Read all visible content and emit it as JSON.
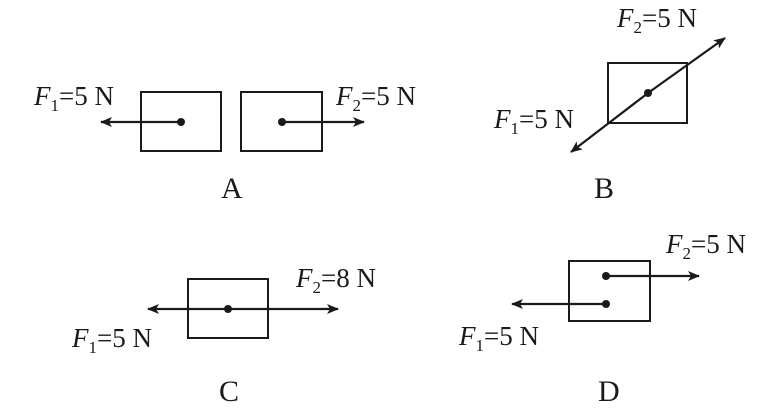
{
  "panels": {
    "A": {
      "letter": "A",
      "f1": {
        "symbol": "F",
        "sub": "1",
        "value": "=5 N"
      },
      "f2": {
        "symbol": "F",
        "sub": "2",
        "value": "=5 N"
      }
    },
    "B": {
      "letter": "B",
      "f1": {
        "symbol": "F",
        "sub": "1",
        "value": "=5 N"
      },
      "f2": {
        "symbol": "F",
        "sub": "2",
        "value": "=5 N"
      }
    },
    "C": {
      "letter": "C",
      "f1": {
        "symbol": "F",
        "sub": "1",
        "value": "=5 N"
      },
      "f2": {
        "symbol": "F",
        "sub": "2",
        "value": "=8 N"
      }
    },
    "D": {
      "letter": "D",
      "f1": {
        "symbol": "F",
        "sub": "1",
        "value": "=5 N"
      },
      "f2": {
        "symbol": "F",
        "sub": "2",
        "value": "=5 N"
      }
    }
  }
}
